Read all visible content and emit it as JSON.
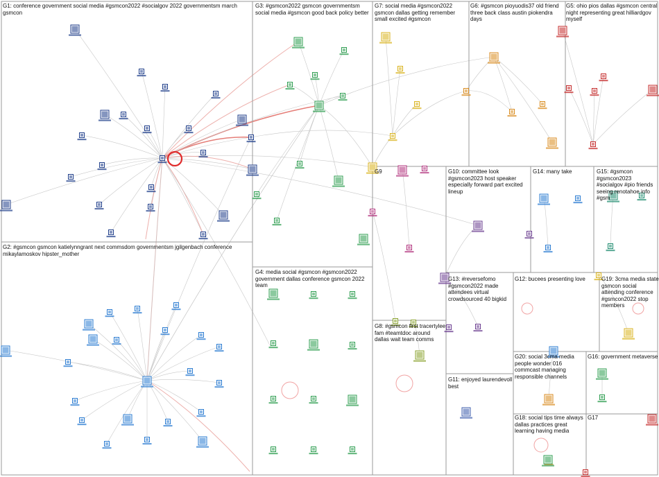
{
  "groups": [
    {
      "id": "G1",
      "label": "G1: conference government social media #gsmcon2022 #socialgov 2022 governmentsm march gsmcon"
    },
    {
      "id": "G2",
      "label": "G2: #gsmcon gsmcon katielynngrant next commsdom governmentsm jgilgenbach conference mikaylamoskov hipster_mother"
    },
    {
      "id": "G3",
      "label": "G3: #gsmcon2022 gsmcon governmentsm social media #gsmcon good back policy better"
    },
    {
      "id": "G4",
      "label": "G4: media social #gsmcon #gsmcon2022 government dallas conference gsmcon 2022 team"
    },
    {
      "id": "G5",
      "label": "G5: ohio pios dallas #gsmcon central night representing great hilliardgov myself"
    },
    {
      "id": "G6",
      "label": "G6: #gsmcon pioyuodis37 old friend three back class austin piokendra days"
    },
    {
      "id": "G7",
      "label": "G7: social media #gsmcon2022 gsmcon dallas getting remember small excited #gsmcon"
    },
    {
      "id": "G8",
      "label": "G8: #gsmcon first tracertylee fam #teamtdoc around dallas wait team comms"
    },
    {
      "id": "G9",
      "label": "G9"
    },
    {
      "id": "G10",
      "label": "G10: committee look #gsmcon2023 host speaker especially forward part excited lineup"
    },
    {
      "id": "G11",
      "label": "G11: enjoyed laurendevoll best"
    },
    {
      "id": "G12",
      "label": "G12: bucees presenting love"
    },
    {
      "id": "G13",
      "label": "G13: #reversefomo #gsmcon2022 made attendees virtual crowdsourced 40 bigkid"
    },
    {
      "id": "G14",
      "label": "G14: many take"
    },
    {
      "id": "G15",
      "label": "G15: #gsmcon #gsmcon2023 #socialgov #pio friends seeing renotahoe info #gsm"
    },
    {
      "id": "G16",
      "label": "G16: government metaverse"
    },
    {
      "id": "G17",
      "label": "G17"
    },
    {
      "id": "G18",
      "label": "G18: social tips time always dallas practices great learning having media"
    },
    {
      "id": "G19",
      "label": "G19: 3cma media state gsmcon social attending conference #gsmcon2022 stop members"
    },
    {
      "id": "G20",
      "label": "G20: social 3cma media people wonder 016 commcast managing responsible channels"
    }
  ]
}
